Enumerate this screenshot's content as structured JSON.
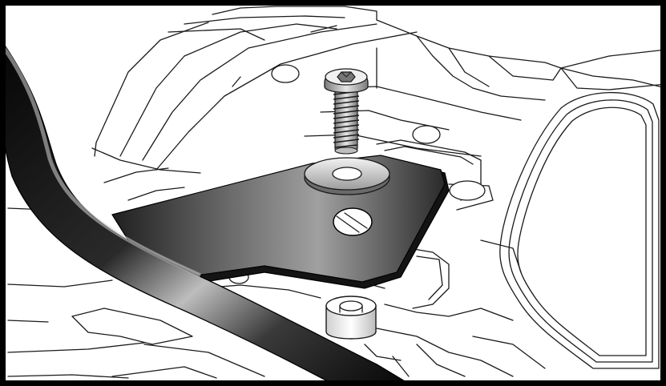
{
  "figure": {
    "kind": "technical-installation-illustration",
    "labels": [],
    "colors": {
      "frame": "#000000",
      "line_art": "#1a1a1a",
      "bracket_light": "#9a9a9a",
      "bracket_dark": "#2e2e2e",
      "tube_highlight": "#bdbdbd",
      "tube_dark": "#111111",
      "hardware_light": "#e6e6e6",
      "hardware_shade": "#9c9c9c"
    },
    "parts": [
      {
        "id": "button-head-socket-screw",
        "icon": "screw-icon"
      },
      {
        "id": "flat-washer",
        "icon": "washer-icon"
      },
      {
        "id": "mounting-bracket",
        "icon": "bracket-icon"
      },
      {
        "id": "tube-bar",
        "icon": "tube-icon"
      },
      {
        "id": "spacer-boss",
        "icon": "spacer-icon"
      }
    ]
  }
}
